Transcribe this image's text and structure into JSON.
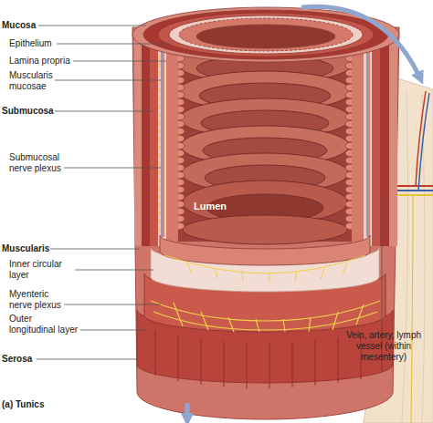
{
  "diagram": {
    "caption": "(a) Tunics",
    "labels": [
      "Mucosa",
      "Epithelium",
      "Lamina propria",
      "Muscularis mucosae",
      "Submucosa",
      "Submucosal nerve plexus",
      "Lumen",
      "Muscularis",
      "Inner circular layer",
      "Myenteric nerve plexus",
      "Outer longitudinal layer",
      "Serosa",
      "Vein, artery, lymph vessel (within mesentery)"
    ]
  }
}
